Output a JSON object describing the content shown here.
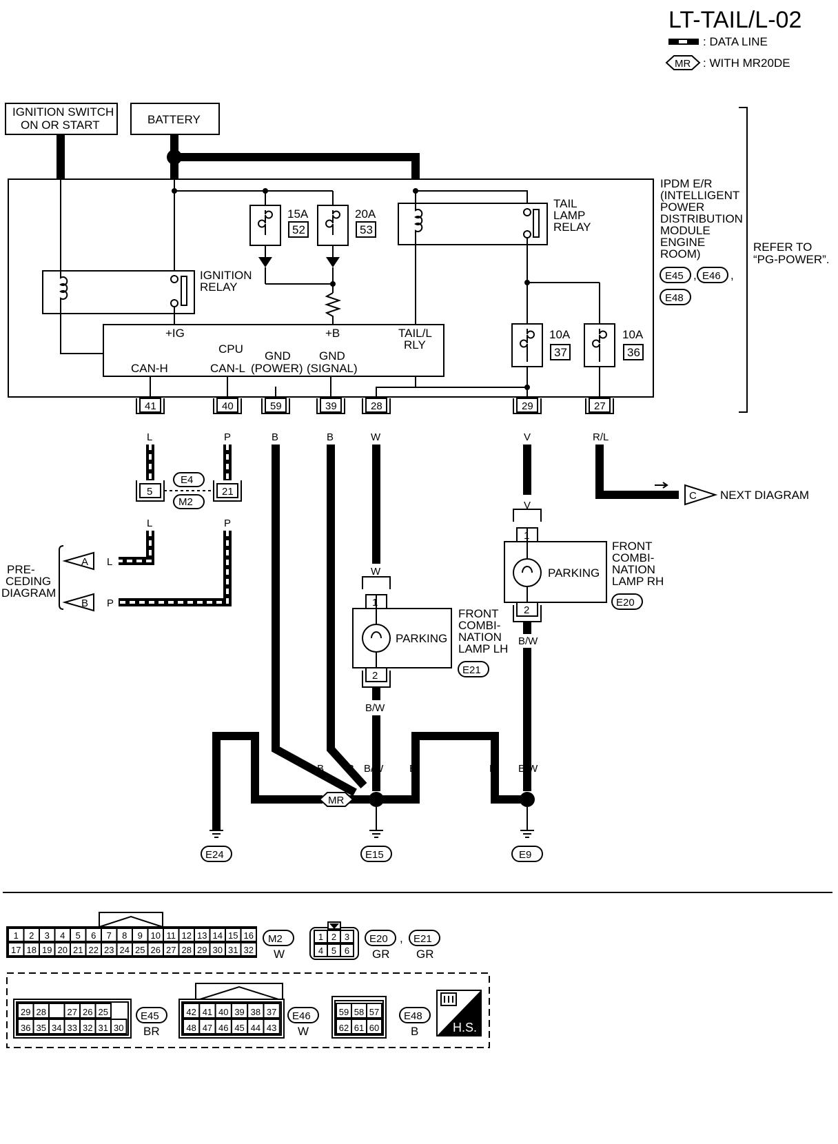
{
  "header": {
    "title": "LT-TAIL/L-02",
    "legend_data_line": ": DATA LINE",
    "legend_mr_symbol": "MR",
    "legend_mr_text": ": WITH MR20DE"
  },
  "sources": {
    "ignition": [
      "IGNITION SWITCH",
      "ON OR START"
    ],
    "battery": "BATTERY"
  },
  "ipdm": {
    "label": [
      "IPDM E/R",
      "(INTELLIGENT",
      "POWER",
      "DISTRIBUTION",
      "MODULE",
      "ENGINE",
      "ROOM)"
    ],
    "connectors": [
      "E45",
      "E46",
      "E48"
    ],
    "refer": [
      "REFER TO",
      "“PG-POWER”."
    ],
    "fuse_15a": "15A",
    "fuse_15a_no": "52",
    "fuse_20a": "20A",
    "fuse_20a_no": "53",
    "fuse_10a_left": "10A",
    "fuse_10a_left_no": "37",
    "fuse_10a_right": "10A",
    "fuse_10a_right_no": "36",
    "tail_relay": [
      "TAIL",
      "LAMP",
      "RELAY"
    ],
    "ignition_relay": [
      "IGNITION",
      "RELAY"
    ],
    "cpu": {
      "title": "CPU",
      "ig": "+IG",
      "b": "+B",
      "tail_rly": [
        "TAIL/L",
        "RLY"
      ],
      "can_h": "CAN-H",
      "can_l": "CAN-L",
      "gnd_power": [
        "GND",
        "(POWER)"
      ],
      "gnd_signal": [
        "GND",
        "(SIGNAL)"
      ]
    },
    "pins": [
      "41",
      "40",
      "59",
      "39",
      "28",
      "29",
      "27"
    ]
  },
  "wires": {
    "l": "L",
    "p": "P",
    "b": "B",
    "w": "W",
    "v": "V",
    "rl": "R/L",
    "bw": "B/W"
  },
  "joint": {
    "pin_l": "5",
    "pin_p": "21",
    "conn_top": "E4",
    "conn_bottom": "M2"
  },
  "preceding": {
    "label": [
      "PRE-",
      "CEDING",
      "DIAGRAM"
    ],
    "a": "A",
    "b": "B"
  },
  "next": {
    "c": "C",
    "label": "NEXT DIAGRAM"
  },
  "lamp_lh": {
    "label": [
      "FRONT",
      "COMBI-",
      "NATION",
      "LAMP LH"
    ],
    "conn": "E21",
    "bulb": "PARKING",
    "pin1": "1",
    "pin2": "2"
  },
  "lamp_rh": {
    "label": [
      "FRONT",
      "COMBI-",
      "NATION",
      "LAMP RH"
    ],
    "conn": "E20",
    "bulb": "PARKING",
    "pin1": "1",
    "pin2": "2"
  },
  "grounds": {
    "e24": "E24",
    "e15": "E15",
    "e9": "E9",
    "mr": "MR"
  },
  "connector_views": {
    "m2_row1": [
      "1",
      "2",
      "3",
      "4",
      "5",
      "6",
      "7",
      "8",
      "9",
      "10",
      "11",
      "12",
      "13",
      "14",
      "15",
      "16"
    ],
    "m2_row2": [
      "17",
      "18",
      "19",
      "20",
      "21",
      "22",
      "23",
      "24",
      "25",
      "26",
      "27",
      "28",
      "29",
      "30",
      "31",
      "32"
    ],
    "m2_name": "M2",
    "m2_color": "W",
    "e20_row1": [
      "1",
      "2",
      "3"
    ],
    "e20_row2": [
      "4",
      "5",
      "6"
    ],
    "e20_name": "E20",
    "e21_name": "E21",
    "e20_color": "GR",
    "e21_color": "GR",
    "e45_row1": [
      "29",
      "28",
      "",
      "27",
      "26",
      "25"
    ],
    "e45_row2": [
      "36",
      "35",
      "34",
      "33",
      "32",
      "31",
      "30"
    ],
    "e45_name": "E45",
    "e45_color": "BR",
    "e46_row1": [
      "42",
      "41",
      "40",
      "39",
      "38",
      "37"
    ],
    "e46_row2": [
      "48",
      "47",
      "46",
      "45",
      "44",
      "43"
    ],
    "e46_name": "E46",
    "e46_color": "W",
    "e48_row1": [
      "59",
      "58",
      "57"
    ],
    "e48_row2": [
      "62",
      "61",
      "60"
    ],
    "e48_name": "E48",
    "e48_color": "B",
    "hs": "H.S."
  }
}
